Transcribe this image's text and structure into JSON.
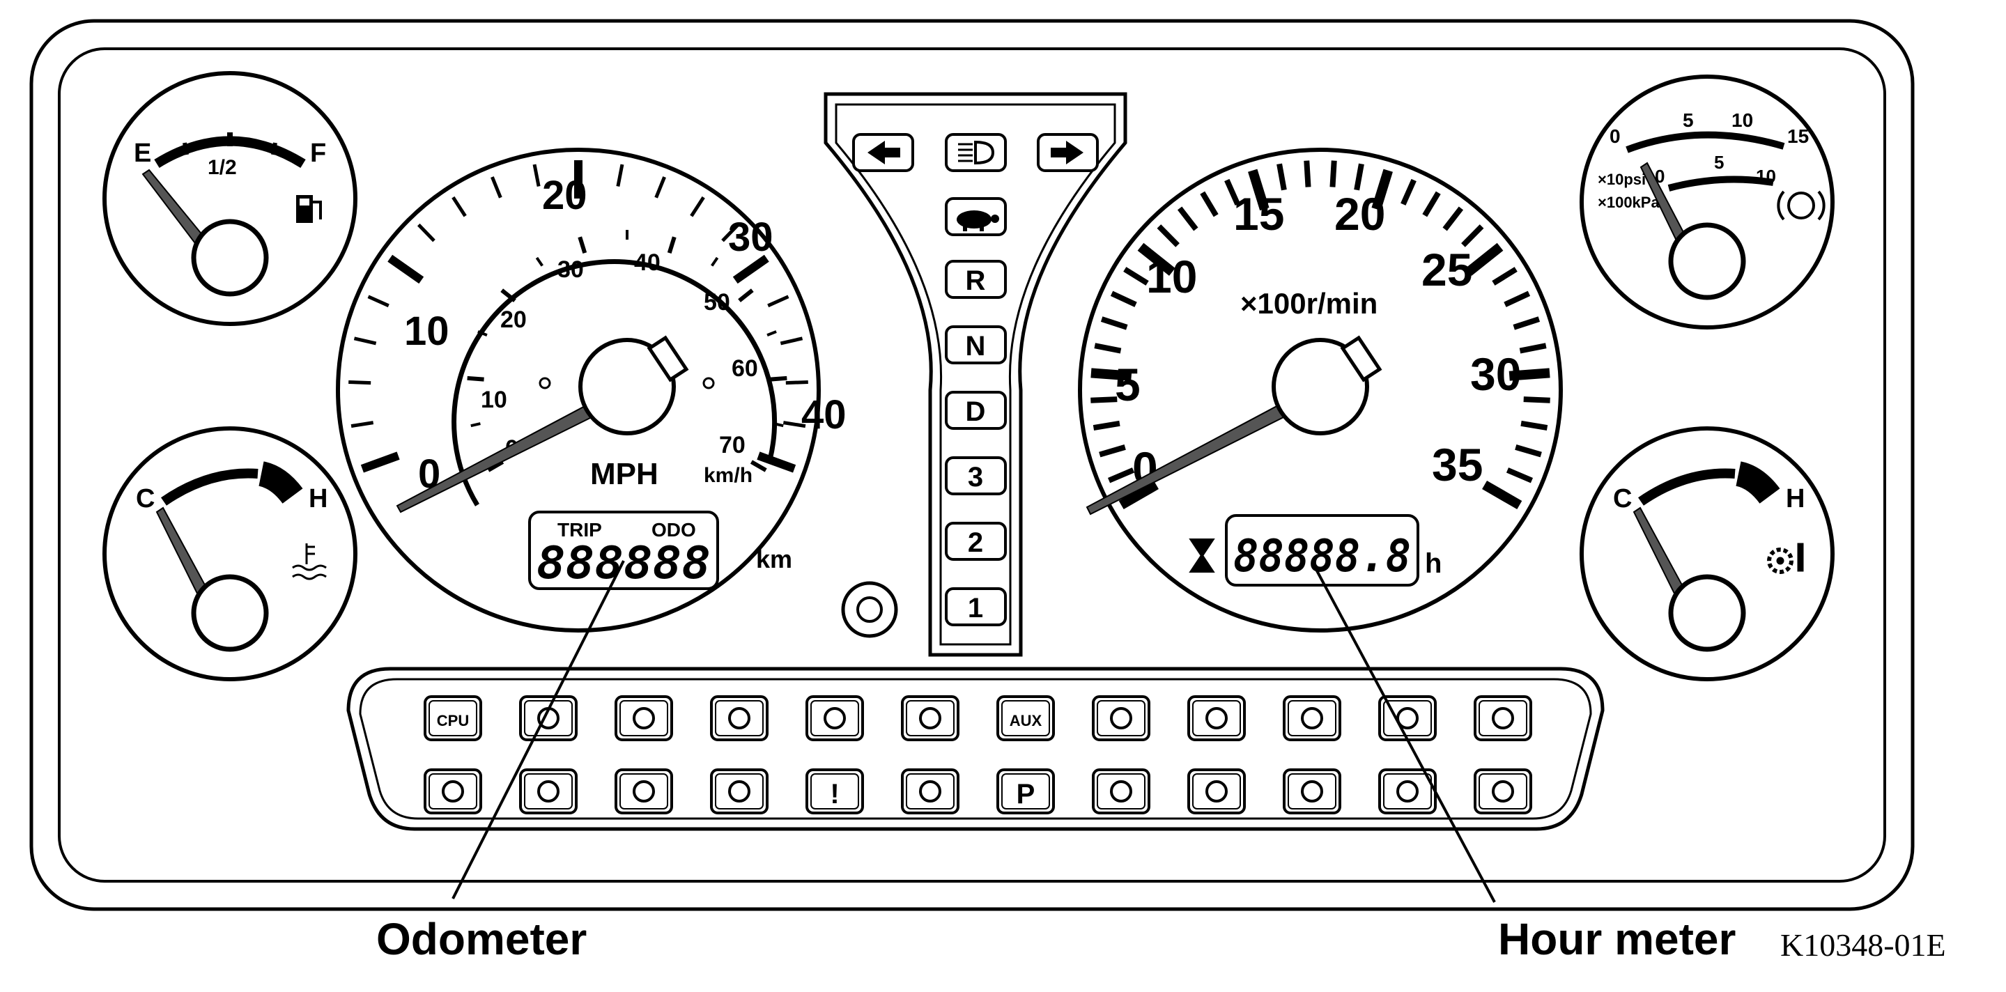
{
  "fuel_gauge": {
    "label_empty": "E",
    "label_half": "1/2",
    "label_full": "F"
  },
  "temp_gauge": {
    "label_cold": "C",
    "label_hot": "H"
  },
  "pressure_gauge": {
    "outer_scale": [
      "0",
      "5",
      "10",
      "15"
    ],
    "inner_scale": [
      "0",
      "5",
      "10"
    ],
    "unit_psi": "×10psi",
    "unit_kpa": "×100kPa"
  },
  "oil_temp_gauge": {
    "label_cold": "C",
    "label_hot": "H"
  },
  "speedometer": {
    "mph_scale": [
      "0",
      "10",
      "20",
      "30",
      "40"
    ],
    "kmh_scale": [
      "0",
      "10",
      "20",
      "30",
      "40",
      "50",
      "60",
      "70"
    ],
    "unit_mph": "MPH",
    "unit_kmh": "km/h",
    "lcd": {
      "trip_label": "TRIP",
      "odo_label": "ODO",
      "reading": "888888",
      "unit": "km"
    }
  },
  "tachometer": {
    "scale": [
      "0",
      "5",
      "10",
      "15",
      "20",
      "25",
      "30",
      "35"
    ],
    "unit": "×100r/min",
    "lcd": {
      "reading": "88888.8",
      "unit": "h"
    }
  },
  "indicator_panel": {
    "turn_left": "left-turn-arrow",
    "turn_right": "right-turn-arrow",
    "headlamp": "high-beam-icon",
    "turtle": "turtle-icon",
    "gears": [
      "R",
      "N",
      "D",
      "3",
      "2",
      "1"
    ]
  },
  "warning_lights": {
    "row1": [
      {
        "icon": "cpu-icon",
        "text": "CPU"
      },
      {
        "icon": "engine-warning-icon",
        "text": ""
      },
      {
        "icon": "oil-can-icon",
        "text": ""
      },
      {
        "icon": "steering-warning-icon",
        "text": ""
      },
      {
        "icon": "battery-icon",
        "text": ""
      },
      {
        "icon": "brake-warning-icon",
        "text": ""
      },
      {
        "icon": "aux-icon",
        "text": "AUX"
      },
      {
        "icon": "air-filter-icon",
        "text": ""
      },
      {
        "icon": "differential-lock-icon",
        "text": ""
      },
      {
        "icon": "fork-level-icon",
        "text": ""
      },
      {
        "icon": "seat-belt-icon",
        "text": ""
      },
      {
        "icon": "mast-lift-icon",
        "text": ""
      }
    ],
    "row2": [
      {
        "icon": "water-separator-icon",
        "text": ""
      },
      {
        "icon": "engine-check-icon",
        "text": ""
      },
      {
        "icon": "coolant-level-icon",
        "text": ""
      },
      {
        "icon": "transmission-icon",
        "text": ""
      },
      {
        "icon": "master-warning-icon",
        "text": "!"
      },
      {
        "icon": "fuel-low-icon",
        "text": ""
      },
      {
        "icon": "parking-brake-icon",
        "text": "P"
      },
      {
        "icon": "brake-circuit-icon",
        "text": ""
      },
      {
        "icon": "axle-icon",
        "text": ""
      },
      {
        "icon": "four-wheel-icon",
        "text": ""
      },
      {
        "icon": "work-light-icon",
        "text": ""
      },
      {
        "icon": "operator-presence-icon",
        "text": ""
      }
    ]
  },
  "callouts": {
    "odometer": "Odometer",
    "hour_meter": "Hour meter"
  },
  "figure_id": "K10348-01E"
}
